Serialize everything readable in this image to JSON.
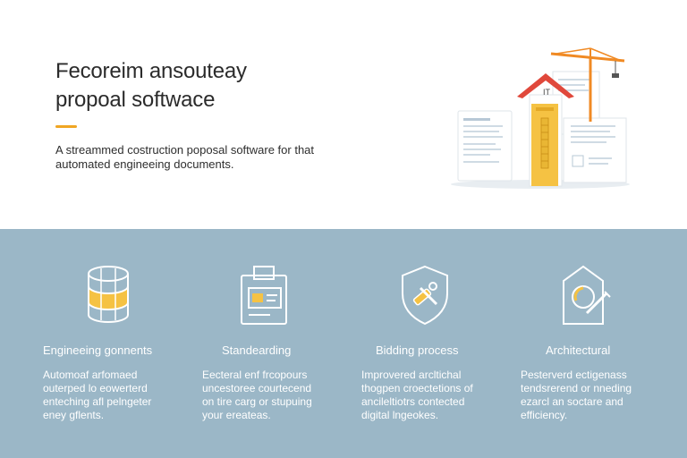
{
  "hero": {
    "title_line1": "Fecoreim ansouteay",
    "title_line2": "propoal softwace",
    "subtitle_line1": "A streammed costruction poposal software for that",
    "subtitle_line2": "automated engineeing documents.",
    "accent_color": "#f0a623",
    "illustration_label": "IT"
  },
  "features": [
    {
      "icon": "database-icon",
      "title": "Engineeing gonnents",
      "desc_lines": [
        "Automoaf arfomaed",
        "outerped lo eowerterd",
        "enteching afl pelngeter",
        "eney gflents."
      ]
    },
    {
      "icon": "id-card-icon",
      "title": "Standearding",
      "desc_lines": [
        "Eecteral enf frcopours",
        "uncestoree courtecend",
        "on tire carg or stupuing",
        "your ereateas."
      ]
    },
    {
      "icon": "shield-tools-icon",
      "title": "Bidding process",
      "desc_lines": [
        "Improvered arcltichal",
        "thogpen croectetions of",
        "ancileltiotrs contected",
        "digital lngeokes."
      ]
    },
    {
      "icon": "document-edit-icon",
      "title": "Architectural",
      "desc_lines": [
        "Pesterverd ectigenass",
        "tendsrerend or nneding",
        "ezarcl an soctare and",
        "efficiency."
      ]
    }
  ],
  "colors": {
    "features_bg": "#9bb7c7",
    "icon_accent": "#f5c243",
    "roof_red": "#e0483b",
    "crane_orange": "#f08a24"
  }
}
